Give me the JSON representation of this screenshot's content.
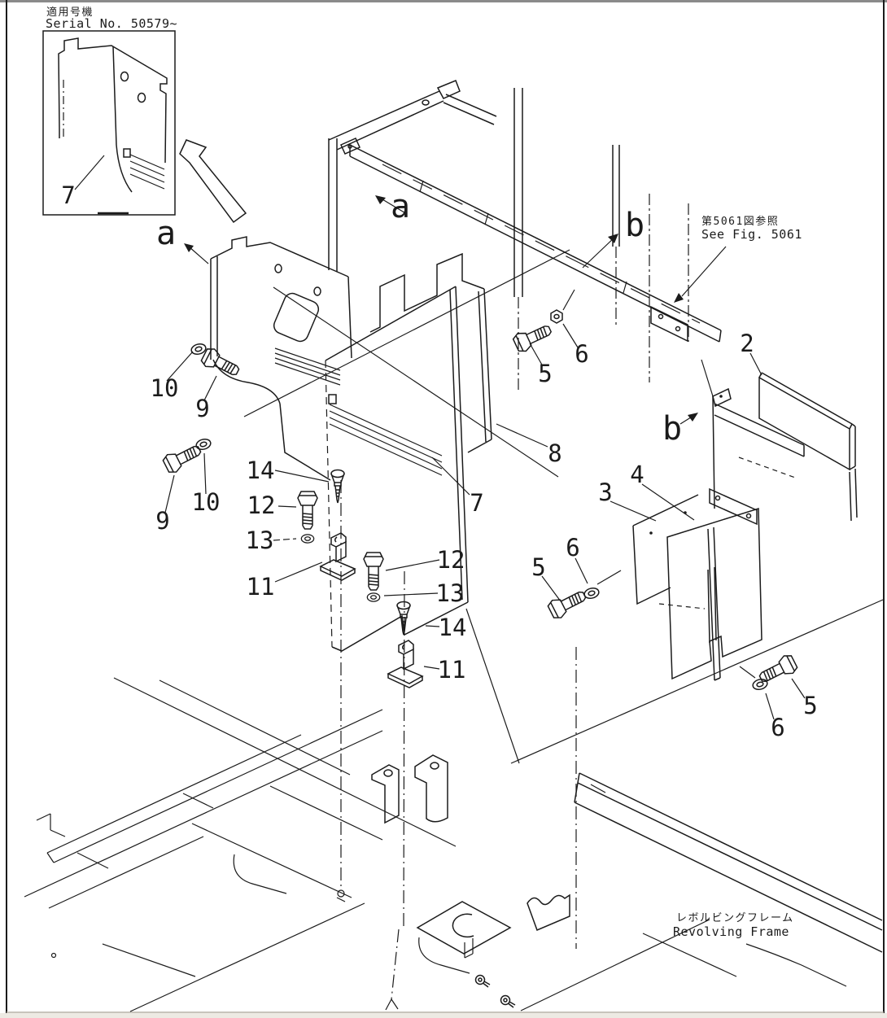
{
  "page": {
    "background": "#ffffff",
    "ink": "#1b1b1b",
    "figure_type": "exploded-parts-diagram"
  },
  "inset": {
    "serial_label_jp": "適用号機",
    "serial_label_en": "Serial No. 50579~"
  },
  "reference": {
    "jp": "第5061図参照",
    "en": "See Fig. 5061"
  },
  "frame_caption": {
    "jp": "レボルビングフレーム",
    "en": "Revolving Frame"
  },
  "callouts": [
    {
      "label": "7",
      "kind": "part"
    },
    {
      "label": "a",
      "kind": "view"
    },
    {
      "label": "10",
      "kind": "part"
    },
    {
      "label": "9",
      "kind": "part"
    },
    {
      "label": "9",
      "kind": "part"
    },
    {
      "label": "10",
      "kind": "part"
    },
    {
      "label": "14",
      "kind": "part"
    },
    {
      "label": "12",
      "kind": "part"
    },
    {
      "label": "13",
      "kind": "part"
    },
    {
      "label": "11",
      "kind": "part"
    },
    {
      "label": "a",
      "kind": "view"
    },
    {
      "label": "b",
      "kind": "view"
    },
    {
      "label": "5",
      "kind": "part"
    },
    {
      "label": "6",
      "kind": "part"
    },
    {
      "label": "8",
      "kind": "part"
    },
    {
      "label": "7",
      "kind": "part"
    },
    {
      "label": "2",
      "kind": "part"
    },
    {
      "label": "b",
      "kind": "view"
    },
    {
      "label": "3",
      "kind": "part"
    },
    {
      "label": "4",
      "kind": "part"
    },
    {
      "label": "5",
      "kind": "part"
    },
    {
      "label": "6",
      "kind": "part"
    },
    {
      "label": "12",
      "kind": "part"
    },
    {
      "label": "13",
      "kind": "part"
    },
    {
      "label": "14",
      "kind": "part"
    },
    {
      "label": "11",
      "kind": "part"
    },
    {
      "label": "5",
      "kind": "part"
    },
    {
      "label": "6",
      "kind": "part"
    }
  ]
}
